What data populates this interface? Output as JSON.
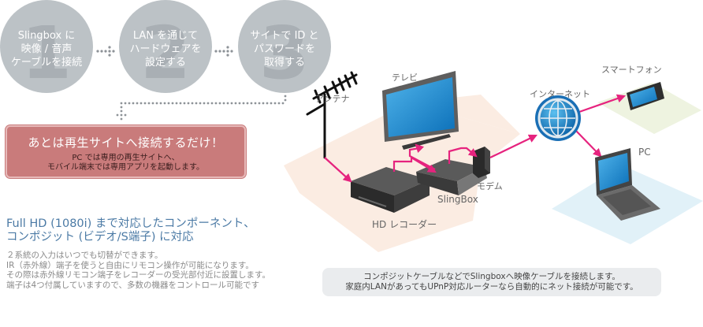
{
  "steps": [
    {
      "number": "1",
      "lines": [
        "Slingbox に",
        "映像 / 音声",
        "ケーブルを接続"
      ]
    },
    {
      "number": "2",
      "lines": [
        "LAN を通じて",
        "ハードウェアを",
        "設定する"
      ]
    },
    {
      "number": "3",
      "lines": [
        "サイトで ID と",
        "パスワードを",
        "取得する"
      ]
    }
  ],
  "hint": {
    "title": "あとは再生サイトへ接続するだけ！",
    "sub_lines": [
      "PC では専用の再生サイトへ、",
      "モバイル端末では専用アプリを起動します。"
    ]
  },
  "feature": {
    "title_lines": [
      "Full HD (1080i) まで対応したコンポーネント、",
      "コンポジット (ビデオ/S端子) に対応"
    ],
    "body_lines": [
      "２系統の入力はいつでも切替ができます。",
      "IR（赤外線）端子を使うと自由にリモコン操作が可能になります。",
      "その際は赤外線リモコン端子をレコーダーの受光部付近に設置します。",
      "端子は4つ付属していますので、多数の機器をコントロール可能です"
    ]
  },
  "diagram": {
    "labels": {
      "antenna": "アンテナ",
      "tv": "テレビ",
      "modem": "モデム",
      "slingbox": "SlingBox",
      "recorder": "HD レコーダー",
      "internet": "インターネット",
      "smartphone": "スマートフォン",
      "pc": "PC"
    },
    "colors": {
      "cable": "#e6237e",
      "home_floor": "#fbece2",
      "phone_floor": "#eef3e0",
      "pc_floor": "#e1f1f8",
      "step_circle": "#bcc2c6",
      "hint_box": "#c97b7b",
      "feature_title": "#4b7aa5"
    }
  },
  "caption": {
    "lines": [
      "コンポジットケーブルなどでSlingboxへ映像ケーブルを接続します。",
      "家庭内LANがあってもUPnP対応ルーターなら自動的にネット接続が可能です。"
    ]
  }
}
